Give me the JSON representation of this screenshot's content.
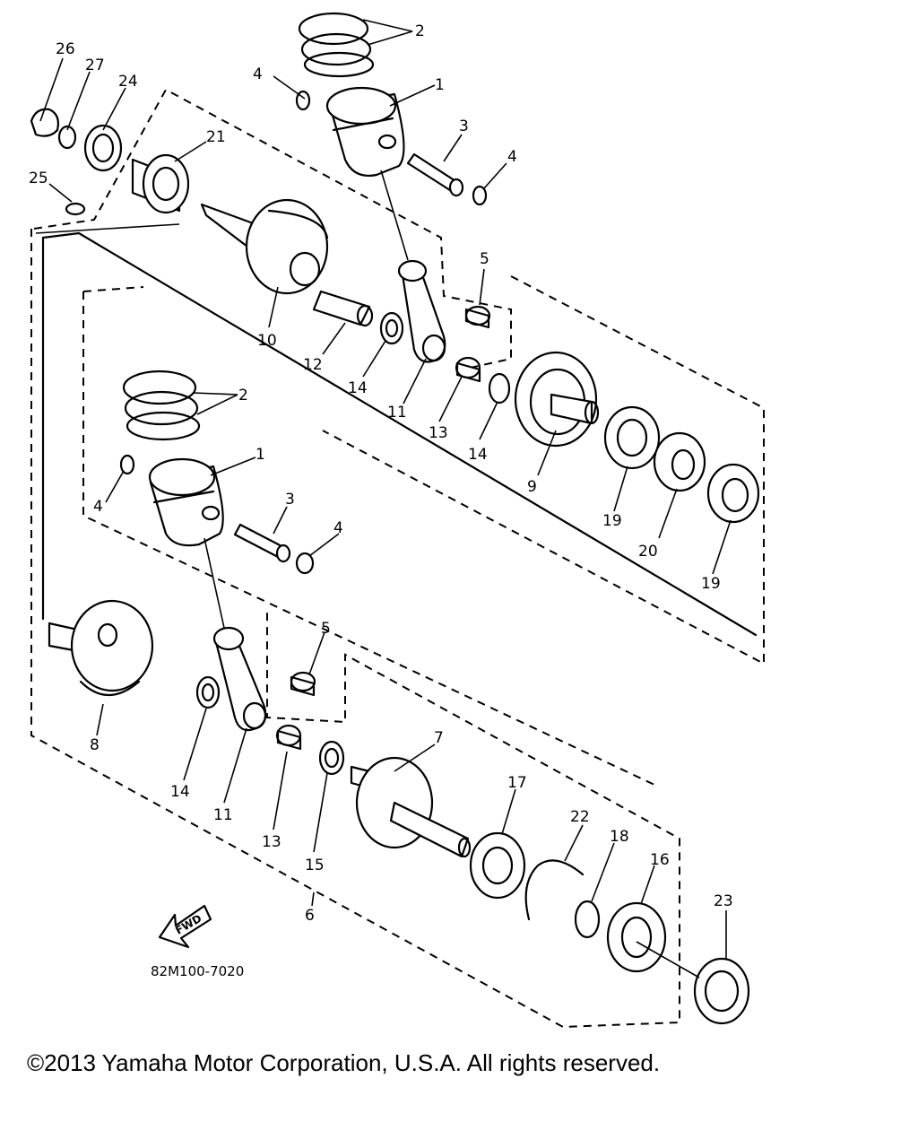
{
  "diagram": {
    "code": "82M100-7020",
    "fwd_label": "FWD",
    "copyright": "©2013 Yamaha Motor Corporation, U.S.A. All rights reserved.",
    "callouts": [
      {
        "id": "c2a",
        "text": "2"
      },
      {
        "id": "c1a",
        "text": "1"
      },
      {
        "id": "c4a",
        "text": "4"
      },
      {
        "id": "c3a",
        "text": "3"
      },
      {
        "id": "c4b",
        "text": "4"
      },
      {
        "id": "c26",
        "text": "26"
      },
      {
        "id": "c27",
        "text": "27"
      },
      {
        "id": "c24",
        "text": "24"
      },
      {
        "id": "c21",
        "text": "21"
      },
      {
        "id": "c25",
        "text": "25"
      },
      {
        "id": "c5a",
        "text": "5"
      },
      {
        "id": "c10",
        "text": "10"
      },
      {
        "id": "c12",
        "text": "12"
      },
      {
        "id": "c14a",
        "text": "14"
      },
      {
        "id": "c11a",
        "text": "11"
      },
      {
        "id": "c13a",
        "text": "13"
      },
      {
        "id": "c14b",
        "text": "14"
      },
      {
        "id": "c9",
        "text": "9"
      },
      {
        "id": "c19a",
        "text": "19"
      },
      {
        "id": "c20",
        "text": "20"
      },
      {
        "id": "c19b",
        "text": "19"
      },
      {
        "id": "c2b",
        "text": "2"
      },
      {
        "id": "c1b",
        "text": "1"
      },
      {
        "id": "c4c",
        "text": "4"
      },
      {
        "id": "c3b",
        "text": "3"
      },
      {
        "id": "c4d",
        "text": "4"
      },
      {
        "id": "c5b",
        "text": "5"
      },
      {
        "id": "c8",
        "text": "8"
      },
      {
        "id": "c14c",
        "text": "14"
      },
      {
        "id": "c11b",
        "text": "11"
      },
      {
        "id": "c13b",
        "text": "13"
      },
      {
        "id": "c15",
        "text": "15"
      },
      {
        "id": "c7",
        "text": "7"
      },
      {
        "id": "c17",
        "text": "17"
      },
      {
        "id": "c22",
        "text": "22"
      },
      {
        "id": "c18",
        "text": "18"
      },
      {
        "id": "c16",
        "text": "16"
      },
      {
        "id": "c23",
        "text": "23"
      },
      {
        "id": "c6",
        "text": "6"
      }
    ]
  }
}
